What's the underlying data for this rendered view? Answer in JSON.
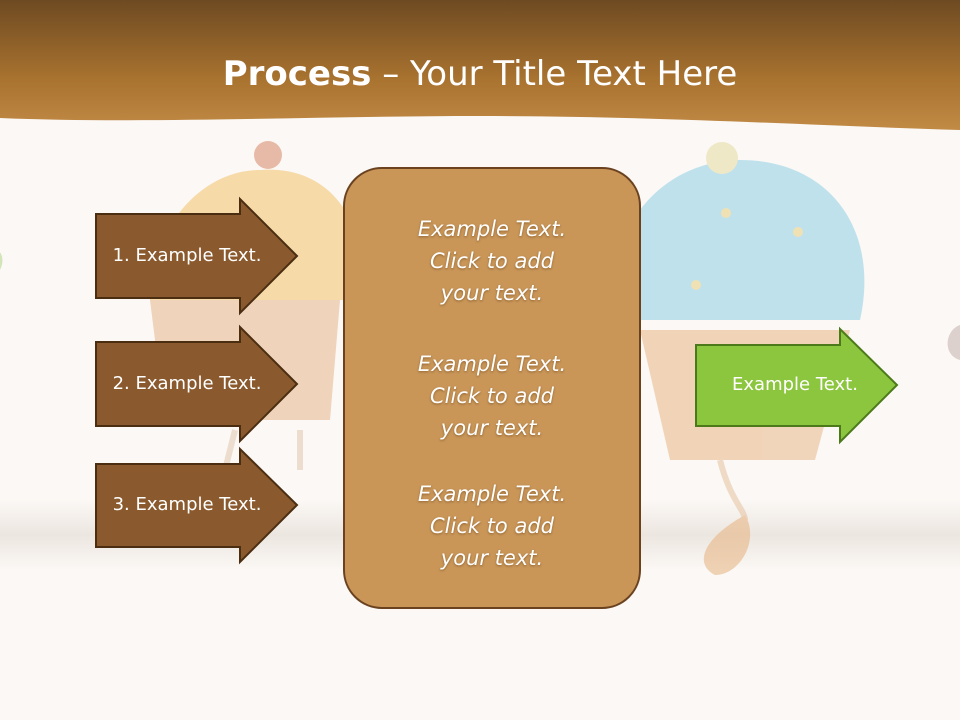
{
  "slide": {
    "title_bold": "Process",
    "title_rest": " – Your Title Text Here"
  },
  "left_arrows": [
    {
      "label": "1. Example Text."
    },
    {
      "label": "2. Example Text."
    },
    {
      "label": "3. Example Text."
    }
  ],
  "center_box": {
    "blocks": [
      {
        "lines": [
          "Example Text.",
          "Click  to add",
          "your text."
        ]
      },
      {
        "lines": [
          "Example Text.",
          "Click  to add",
          "your text."
        ]
      },
      {
        "lines": [
          "Example Text.",
          "Click  to add",
          "your text."
        ]
      }
    ]
  },
  "right_arrow": {
    "label": "Example Text."
  },
  "colors": {
    "header_brown": "#a66f32",
    "arrow_brown": "#8a5a2e",
    "box_tan": "#c99658",
    "green_arrow": "#8cc63f"
  },
  "decor": {
    "background": "cupcake-illustration"
  }
}
